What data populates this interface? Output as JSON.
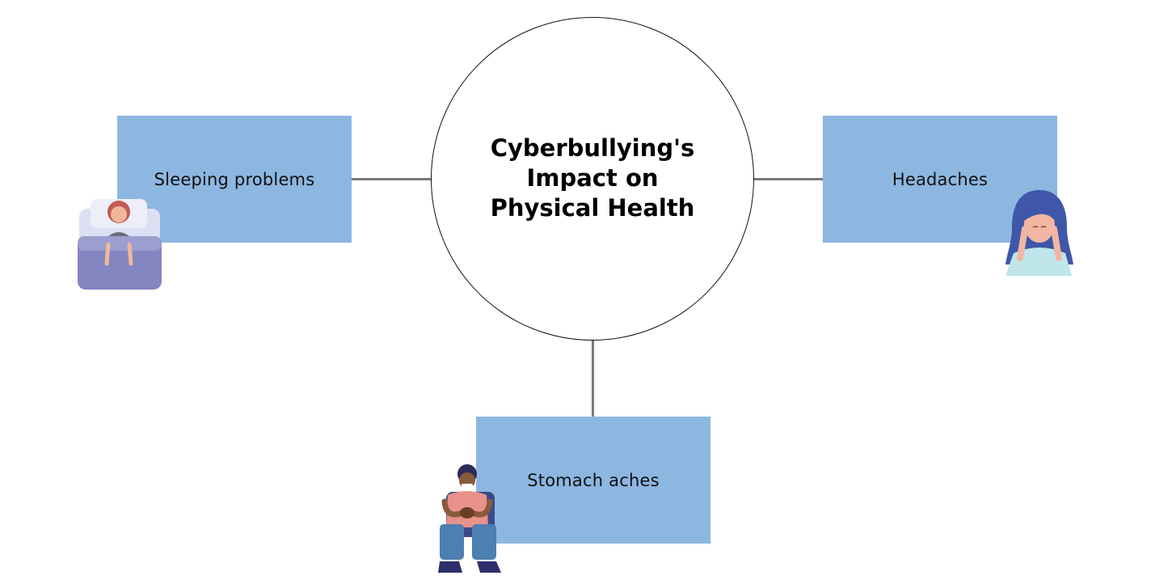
{
  "diagram": {
    "center": {
      "title": "Cyberbullying's Impact on Physical Health"
    },
    "nodes": [
      {
        "id": "sleep",
        "label": "Sleeping problems",
        "illustration": "person-in-bed-illustration"
      },
      {
        "id": "head",
        "label": "Headaches",
        "illustration": "woman-holding-head-illustration"
      },
      {
        "id": "stomach",
        "label": "Stomach aches",
        "illustration": "man-holding-stomach-illustration"
      }
    ]
  },
  "colors": {
    "box_fill": "#8db6e1",
    "connector": "#7a7a7a",
    "circle_stroke": "#111111"
  }
}
